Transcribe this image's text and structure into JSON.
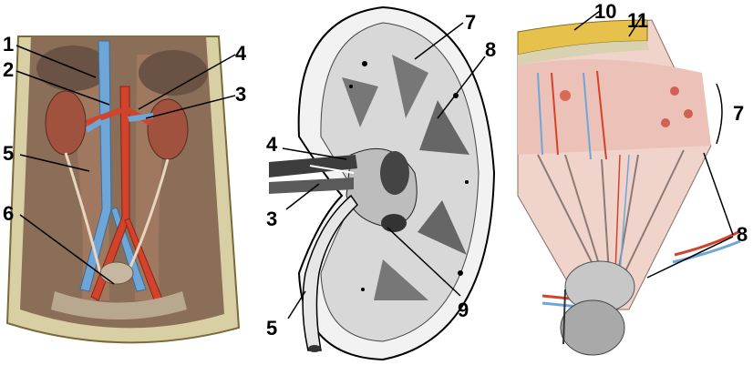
{
  "panels": [
    {
      "id": "torso",
      "labels": [
        "1",
        "2",
        "4",
        "3",
        "5",
        "6"
      ]
    },
    {
      "id": "kidney",
      "labels": [
        "7",
        "8",
        "4",
        "3",
        "9",
        "5"
      ]
    },
    {
      "id": "microanatomy",
      "labels": [
        "10",
        "11",
        "7",
        "8"
      ]
    }
  ],
  "colors": {
    "vein": "#6fa6d8",
    "artery": "#d2432c",
    "tissue": "#8a6e58",
    "muscle": "#b07a64",
    "skin": "#e4d8a8",
    "fat": "#e7c24a",
    "cortex": "#f1c9c0",
    "medulla": "#efd7cf",
    "capsule": "#c9c9c9"
  }
}
